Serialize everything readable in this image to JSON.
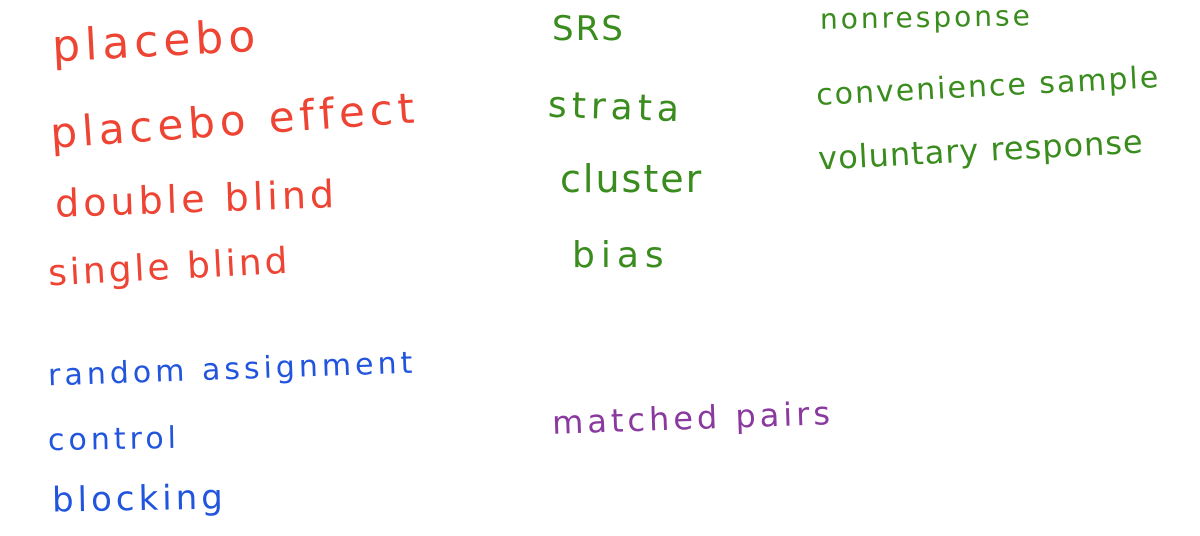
{
  "terms": {
    "red": {
      "color": "#ee4433",
      "placebo": "placebo",
      "placebo_effect": "placebo effect",
      "double_blind": "double blind",
      "single_blind": "single blind"
    },
    "blue": {
      "color": "#2255dd",
      "random_assignment": "random assignment",
      "control": "control",
      "blocking": "blocking"
    },
    "green_middle": {
      "color": "#3a8c1e",
      "srs": "SRS",
      "strata": "strata",
      "cluster": "cluster",
      "bias": "bias"
    },
    "green_right": {
      "color": "#3a8c1e",
      "nonresponse": "nonresponse",
      "convenience_sample": "convenience sample",
      "voluntary_response": "voluntary response"
    },
    "purple": {
      "color": "#8a3a9e",
      "matched_pairs": "matched pairs"
    }
  }
}
